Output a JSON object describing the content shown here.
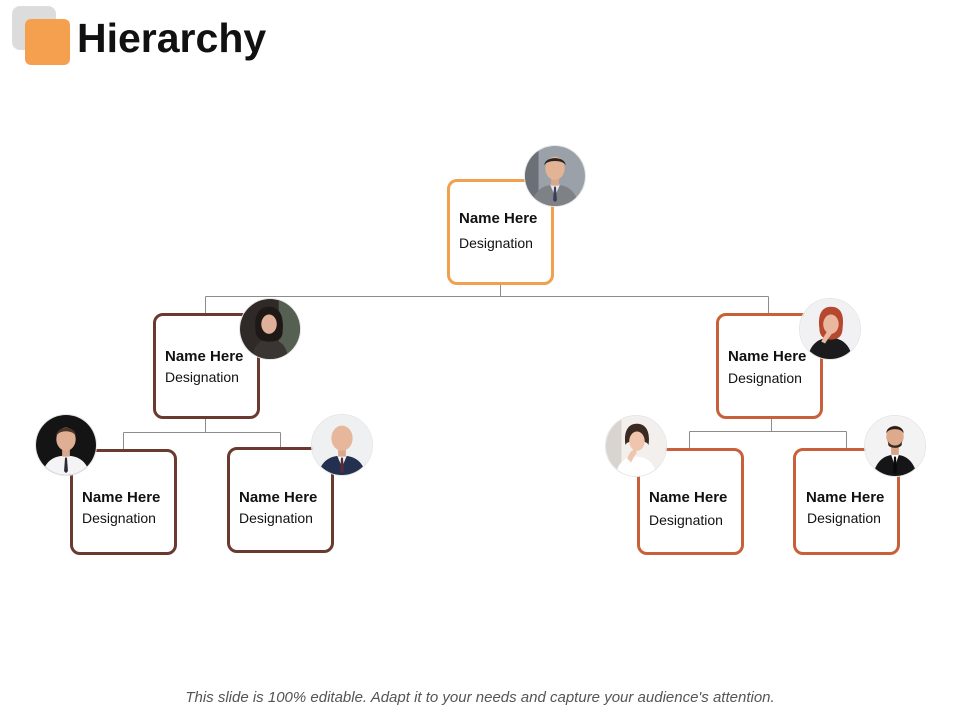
{
  "header": {
    "title": "Hierarchy",
    "logo_icon": "orange-rounded-square-icon",
    "accent": "#f5a04f"
  },
  "colors": {
    "level1_border": "#f0a04f",
    "level2_left_border": "#6b3a2e",
    "level2_right_border": "#c8603a",
    "connector": "#8c8c8c"
  },
  "org": {
    "root": {
      "name": "Name Here",
      "designation": "Designation",
      "photo": "man-in-suit-photo"
    },
    "left_manager": {
      "name": "Name Here",
      "designation": "Designation",
      "photo": "woman-dark-hair-photo"
    },
    "right_manager": {
      "name": "Name Here",
      "designation": "Designation",
      "photo": "woman-red-hair-photo"
    },
    "left_report_1": {
      "name": "Name Here",
      "designation": "Designation",
      "photo": "young-man-photo"
    },
    "left_report_2": {
      "name": "Name Here",
      "designation": "Designation",
      "photo": "bald-man-photo"
    },
    "right_report_1": {
      "name": "Name Here",
      "designation": "Designation",
      "photo": "woman-white-top-photo"
    },
    "right_report_2": {
      "name": "Name Here",
      "designation": "Designation",
      "photo": "man-black-suit-photo"
    }
  },
  "footer": {
    "note": "This slide is 100% editable. Adapt it to your needs and capture your audience's attention."
  }
}
